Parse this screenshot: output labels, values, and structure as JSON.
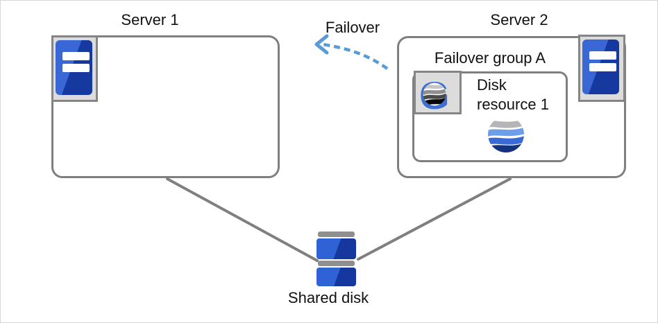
{
  "servers": [
    {
      "label": "Server 1"
    },
    {
      "label": "Server 2"
    }
  ],
  "failover": {
    "label": "Failover"
  },
  "group": {
    "label": "Failover group A",
    "resource": {
      "label_lines": [
        "Disk",
        "resource 1"
      ]
    }
  },
  "shared_disk": {
    "label": "Shared disk"
  },
  "icons": {
    "server": "server-tower-icon",
    "group": "failover-group-g-globe-icon",
    "disk_resource": "striped-globe-icon",
    "shared_disk": "stacked-disk-icon",
    "failover_arrow": "dashed-curved-arrow-left-icon"
  },
  "colors": {
    "box_border": "#7f7f7f",
    "connector_line": "#7f7f7f",
    "arrow_blue": "#5b9bd5",
    "icon_frame": "#858585",
    "icon_frame_bg": "#dcdcdc",
    "server_blue_light": "#3a67d6",
    "server_blue_dark": "#16399f",
    "globe_gray_band": "#b5b5b5",
    "globe_light_blue": "#6d9eea",
    "globe_medium_blue": "#3a6bd4",
    "globe_navy": "#14337f",
    "g_letter_blue": "#3e6fd0"
  }
}
